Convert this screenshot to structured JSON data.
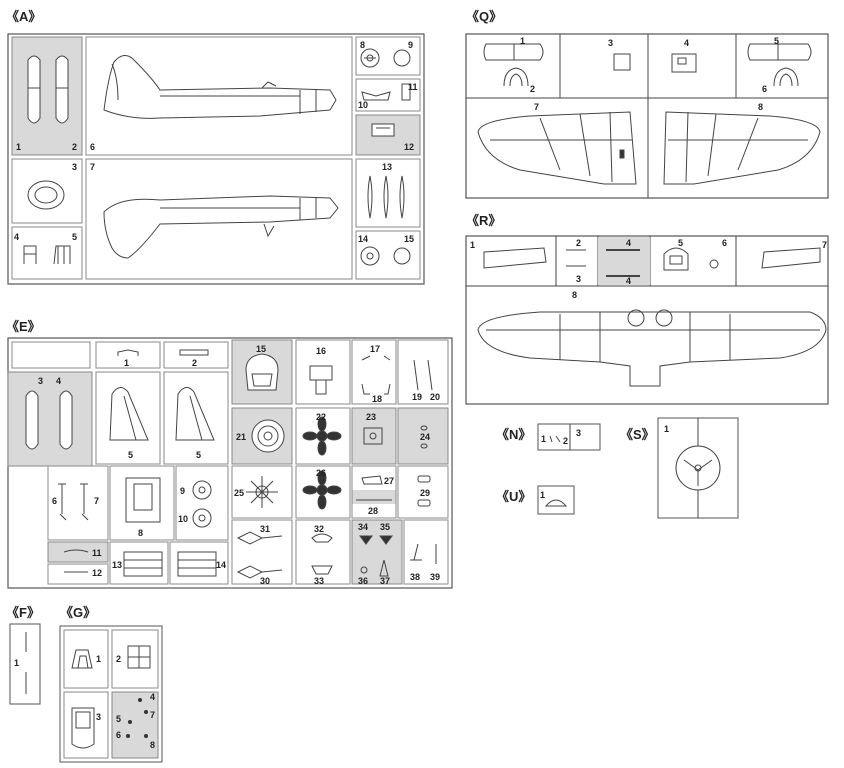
{
  "sprues": {
    "A": {
      "label": "《A》",
      "parts": [
        "1",
        "2",
        "3",
        "4",
        "5",
        "6",
        "7",
        "8",
        "9",
        "10",
        "11",
        "12",
        "13",
        "14",
        "15"
      ]
    },
    "Q": {
      "label": "《Q》",
      "parts": [
        "1",
        "2",
        "3",
        "4",
        "5",
        "6",
        "7",
        "8"
      ]
    },
    "R": {
      "label": "《R》",
      "parts": [
        "1",
        "2",
        "3",
        "4",
        "4",
        "5",
        "6",
        "7",
        "8"
      ]
    },
    "E": {
      "label": "《E》",
      "parts": [
        "1",
        "2",
        "3",
        "4",
        "5",
        "5",
        "6",
        "7",
        "8",
        "9",
        "10",
        "11",
        "12",
        "13",
        "14",
        "15",
        "16",
        "17",
        "18",
        "19",
        "20",
        "21",
        "22",
        "23",
        "24",
        "25",
        "26",
        "27",
        "28",
        "29",
        "30",
        "31",
        "32",
        "33",
        "34",
        "35",
        "36",
        "37",
        "38",
        "39"
      ]
    },
    "N": {
      "label": "《N》",
      "parts": [
        "1",
        "2",
        "3"
      ]
    },
    "S": {
      "label": "《S》",
      "parts": [
        "1"
      ]
    },
    "U": {
      "label": "《U》",
      "parts": [
        "1"
      ]
    },
    "F": {
      "label": "《F》",
      "parts": [
        "1"
      ]
    },
    "G": {
      "label": "《G》",
      "parts": [
        "1",
        "2",
        "3",
        "4",
        "5",
        "6",
        "7",
        "8"
      ]
    }
  },
  "colors": {
    "line": "#444444",
    "shade": "#d9d9d9",
    "frame": "#555555"
  }
}
